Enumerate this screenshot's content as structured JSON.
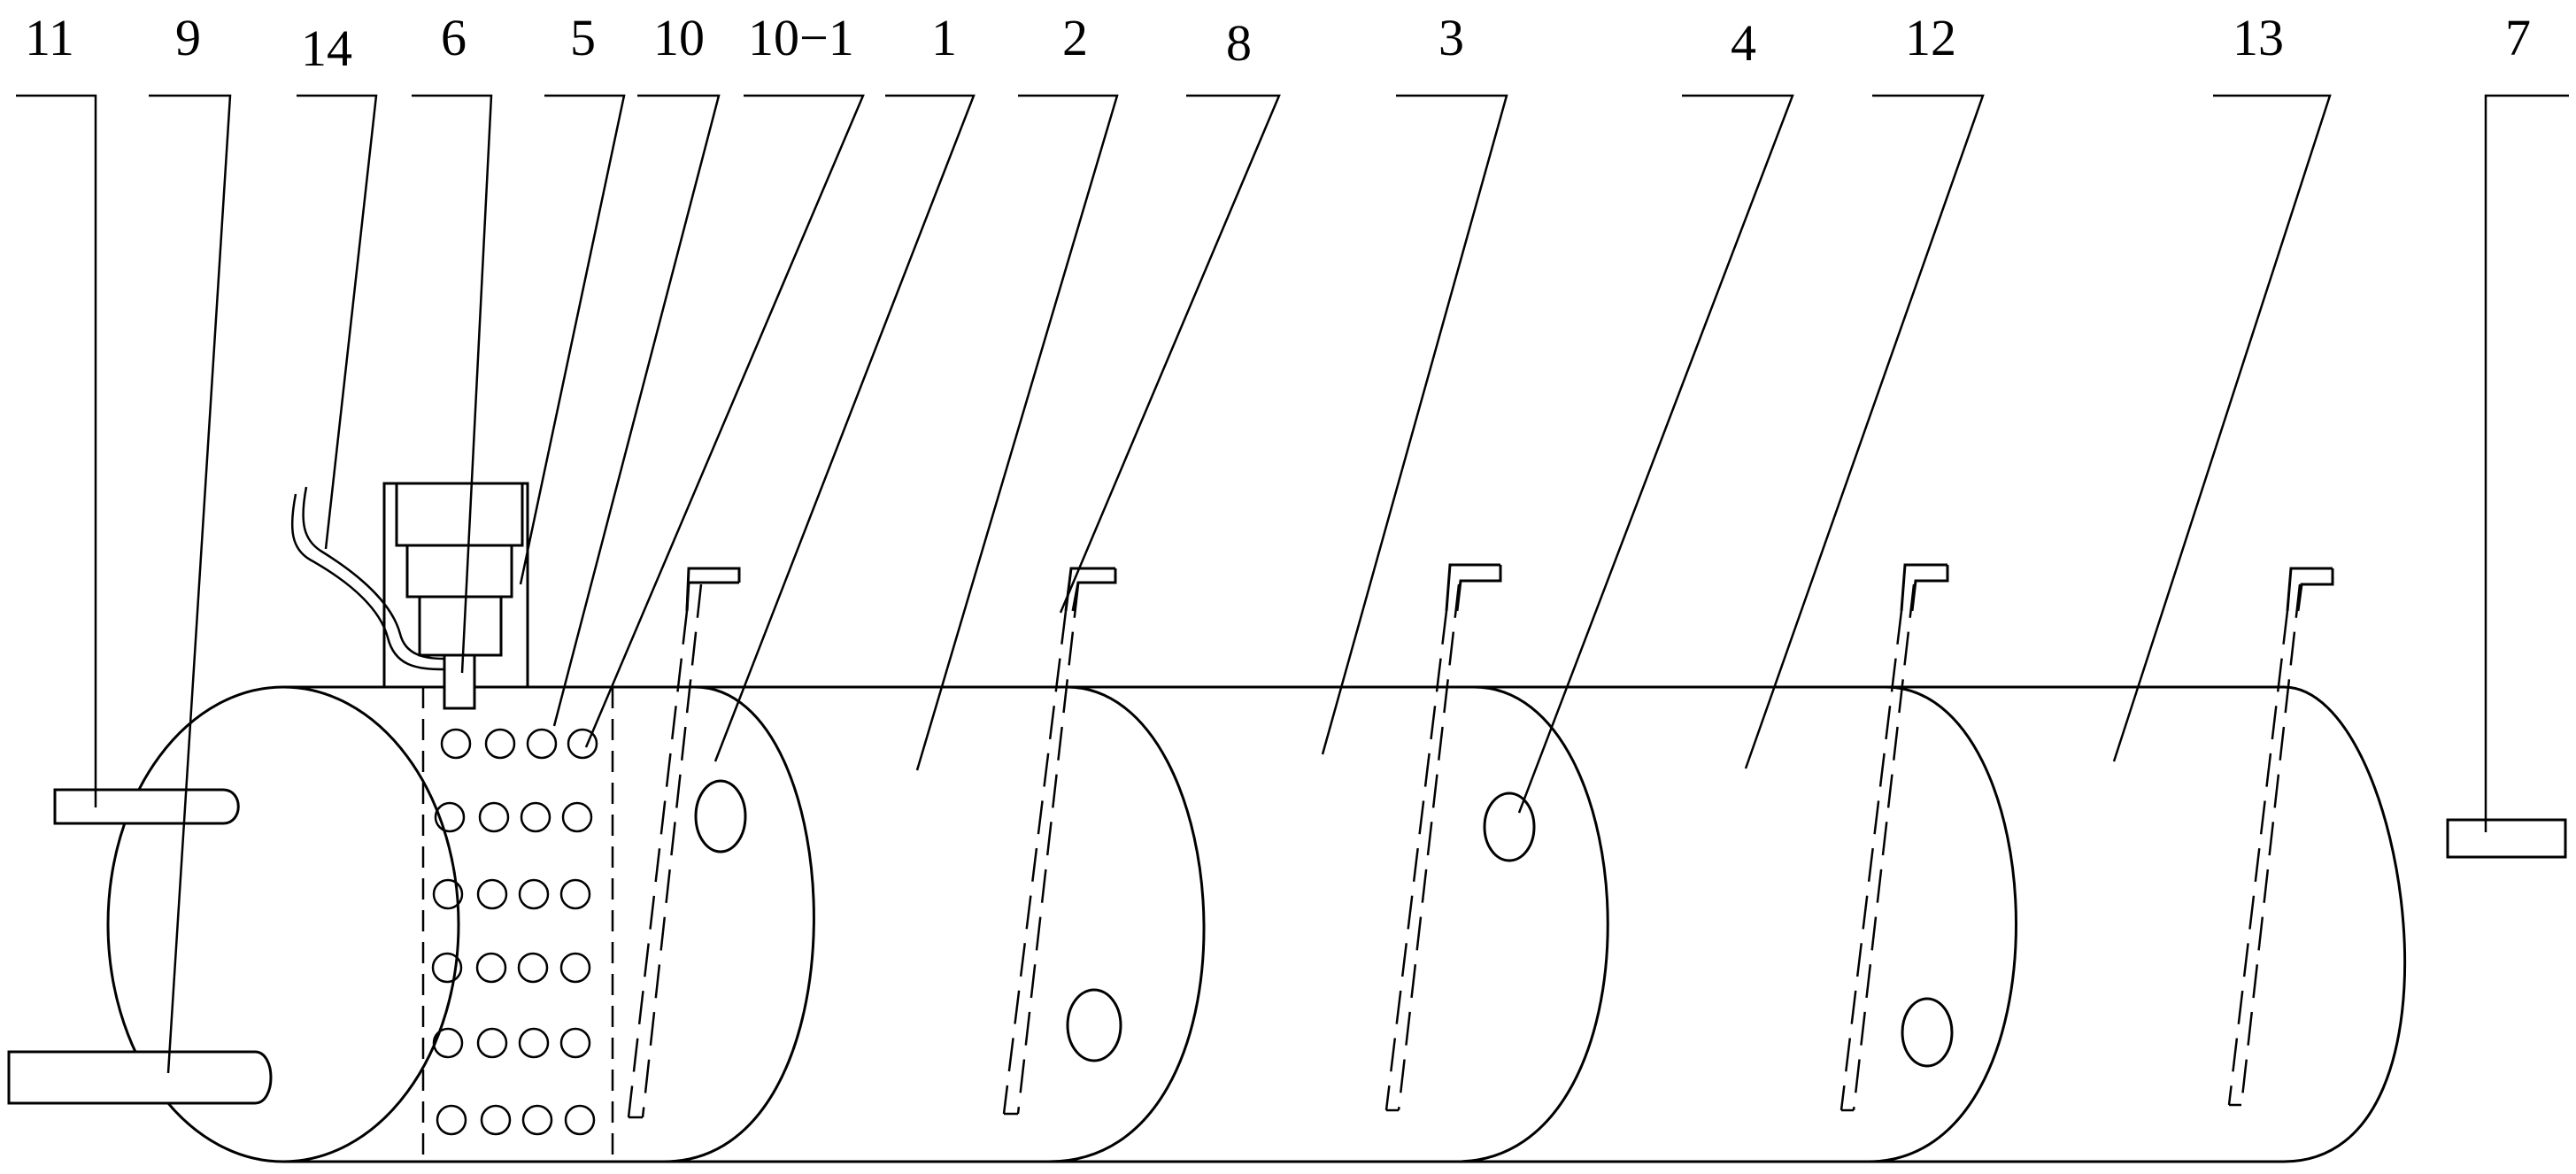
{
  "labels": {
    "l11": "11",
    "l9": "9",
    "l14": "14",
    "l6": "6",
    "l5": "5",
    "l10": "10",
    "l10_1": "10−1",
    "l1": "1",
    "l2": "2",
    "l8": "8",
    "l3": "3",
    "l4": "4",
    "l12": "12",
    "l13": "13",
    "l7": "7"
  },
  "colors": {
    "line": "#000000",
    "background": "#ffffff"
  }
}
